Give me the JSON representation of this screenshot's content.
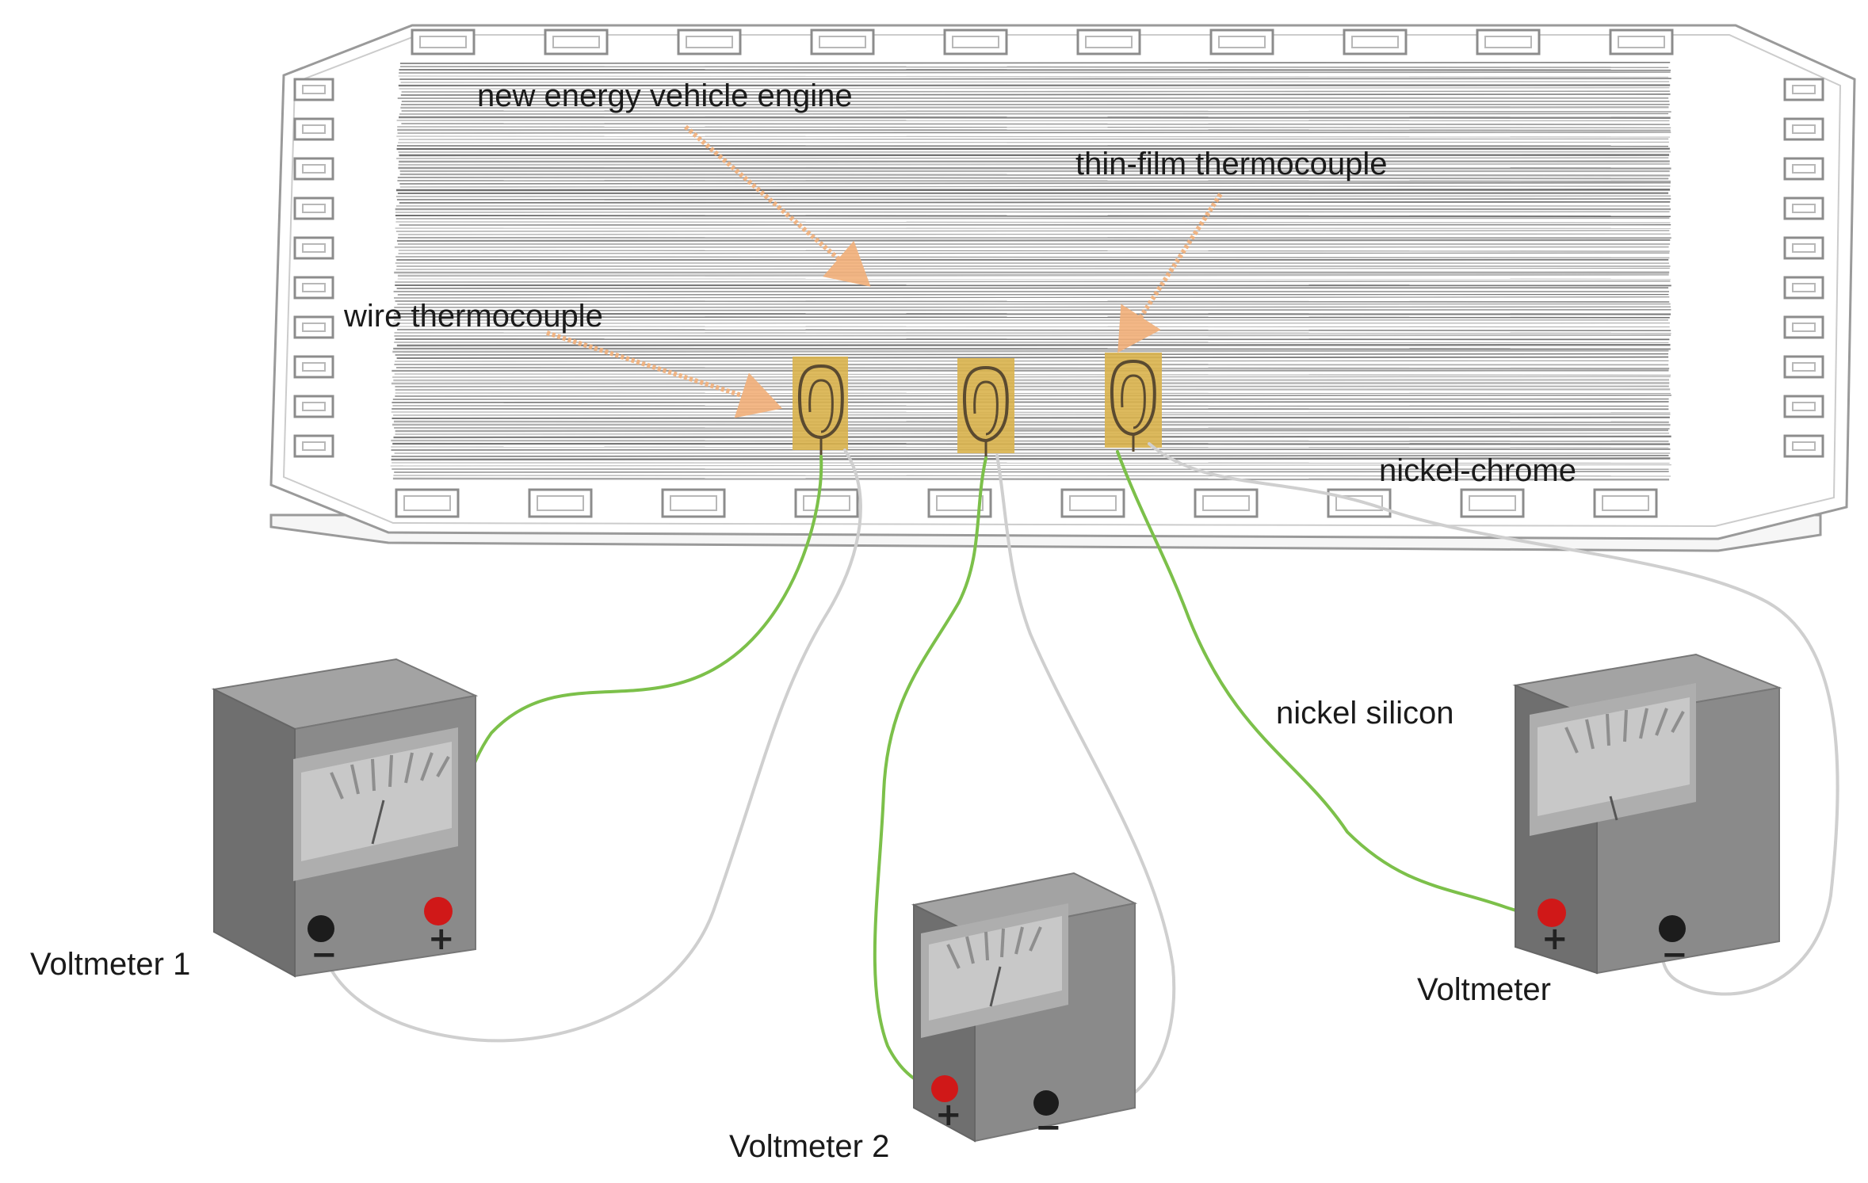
{
  "labels": {
    "engine": "new energy vehicle engine",
    "thin_film": "thin-film thermocouple",
    "wire": "wire thermocouple",
    "nickel_chrome": "nickel-chrome",
    "nickel_silicon": "nickel silicon"
  },
  "voltmeters": [
    {
      "label": "Voltmeter 1",
      "plus": "+",
      "minus": "−"
    },
    {
      "label": "Voltmeter 2",
      "plus": "+",
      "minus": "−"
    },
    {
      "label": "Voltmeter",
      "plus": "+",
      "minus": "−"
    }
  ],
  "colors": {
    "panel_stripes": "#9a9a9a",
    "sensor_pad": "#d9b24c",
    "green_wire": "#7cc04a",
    "white_wire": "#cfcfcf",
    "arrow": "#f2b07a",
    "meter_body": "#8a8a8a",
    "terminal_red": "#d01818",
    "terminal_black": "#1c1c1c"
  }
}
